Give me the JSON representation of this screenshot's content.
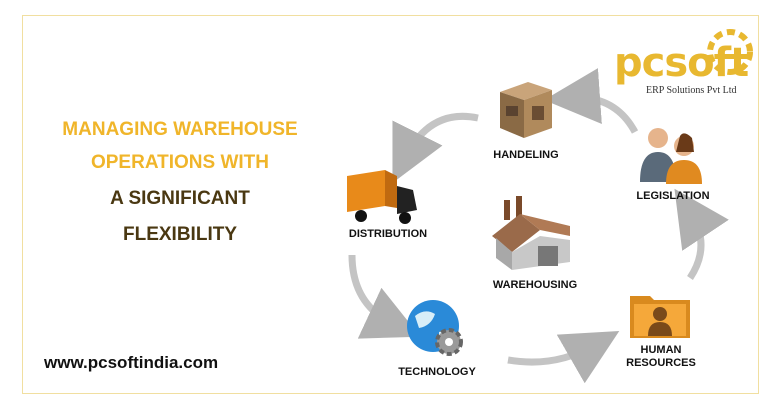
{
  "headline": {
    "line1": "MANAGING WAREHOUSE",
    "line2": "OPERATIONS WITH",
    "line3": "A SIGNIFICANT",
    "line4": "FLEXIBILITY"
  },
  "website": "www.pcsoftindia.com",
  "logo": {
    "name": "pcsoft",
    "tagline": "ERP Solutions Pvt Ltd"
  },
  "nodes": {
    "handeling": "HANDELING",
    "legislation": "LEGISLATION",
    "distribution": "DISTRIBUTION",
    "warehousing": "WAREHOUSING",
    "technology": "TECHNOLOGY",
    "human_resources_1": "HUMAN",
    "human_resources_2": "RESOURCES"
  },
  "colors": {
    "gold": "#f0b52a",
    "dark": "#4a3812",
    "arrow": "#b8b8b8"
  }
}
